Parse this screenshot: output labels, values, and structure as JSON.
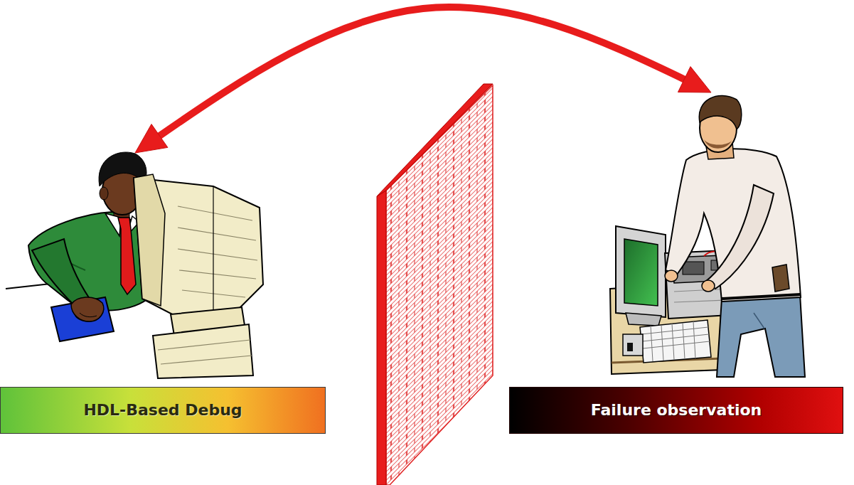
{
  "diagram": {
    "nodes": [
      {
        "text": [
          "HDL-Based Debug"
        ]
      },
      {
        "text": [
          "Failure observation"
        ]
      }
    ],
    "edges": [
      {
        "from": 0,
        "to": 1,
        "arrow": "both"
      }
    ]
  }
}
